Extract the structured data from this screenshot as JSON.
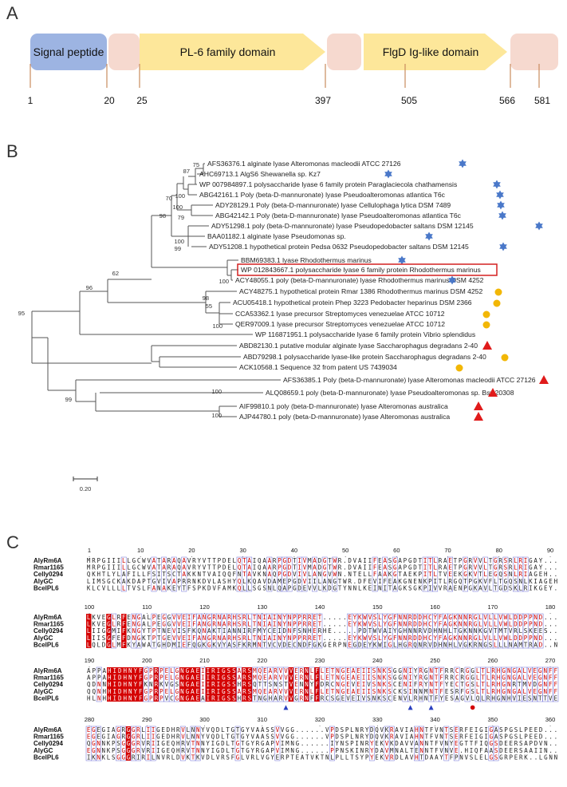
{
  "panels": {
    "a": "A",
    "b": "B",
    "c": "C"
  },
  "domain_map": {
    "segments": [
      {
        "label": "Signal peptide",
        "start": 1,
        "end": 20,
        "color": "#9db4e2",
        "shape": "rounded"
      },
      {
        "label": "",
        "start": 20,
        "end": 25,
        "color": "#f6d9cf",
        "shape": "rounded"
      },
      {
        "label": "PL-6 family domain",
        "start": 25,
        "end": 397,
        "color": "#fde79a",
        "shape": "arrow"
      },
      {
        "label": "",
        "start": 397,
        "end": 505,
        "color": "#f6d9cf",
        "shape": "rounded"
      },
      {
        "label": "FlgD Ig-like domain",
        "start": 505,
        "end": 566,
        "color": "#fde79a",
        "shape": "arrow"
      },
      {
        "label": "",
        "start": 566,
        "end": 581,
        "color": "#f6d9cf",
        "shape": "rounded"
      }
    ],
    "ticks": [
      "1",
      "20",
      "25",
      "397",
      "505",
      "566",
      "581"
    ]
  },
  "tree": {
    "scale_label": "0.20",
    "leaves": [
      {
        "label": "AFS36376.1 alginate lyase Alteromonas macleodii ATCC 27126",
        "marker": "star"
      },
      {
        "label": "AHC69713.1 AlgS6 Shewanella sp. Kz7",
        "marker": "star"
      },
      {
        "label": "WP 007984897.1 polysaccharide lyase 6 family protein Paraglaciecola chathamensis",
        "marker": "star"
      },
      {
        "label": "ABG42161.1 Poly (beta-D-mannuronate) lyase Pseudoalteromonas atlantica T6c",
        "marker": "star"
      },
      {
        "label": "ADY28129.1 Poly (beta-D-mannuronate) lyase Cellulophaga lytica DSM 7489",
        "marker": "star"
      },
      {
        "label": "ABG42142.1 Poly (beta-D-mannuronate) lyase Pseudoalteromonas atlantica T6c",
        "marker": "star"
      },
      {
        "label": "ADY51298.1 poly (beta-D-mannuronate) lyase Pseudopedobacter saltans DSM 12145",
        "marker": "star"
      },
      {
        "label": "BAA01182.1 alginate lyase Pseudomonas sp.",
        "marker": "star"
      },
      {
        "label": "ADY51208.1 hypothetical protein Pedsa 0632 Pseudopedobacter saltans DSM 12145",
        "marker": "star"
      },
      {
        "label": "BBM69383.1 lyase Rhodothermus marinus",
        "marker": "star"
      },
      {
        "label": "WP 012843667.1 polysaccharide lyase 6 family protein Rhodothermus marinus",
        "marker": "none",
        "boxed": true
      },
      {
        "label": "ACY48055.1 poly (beta-D-mannuronate) lyase Rhodothermus marinus DSM 4252",
        "marker": "star"
      },
      {
        "label": "ACY48275.1 hypothetical protein Rmar 1386 Rhodothermus marinus DSM 4252",
        "marker": "circle"
      },
      {
        "label": "ACU05418.1 hypothetical protein Phep 3223 Pedobacter heparinus DSM 2366",
        "marker": "circle"
      },
      {
        "label": "CCA53362.1 lyase precursor Streptomyces venezuelae ATCC 10712",
        "marker": "circle"
      },
      {
        "label": "QER97009.1 lyase precursor Streptomyces venezuelae ATCC 10712",
        "marker": "circle"
      },
      {
        "label": "WP 116871951.1 polysaccharide lyase 6 family protein Vibrio splendidus",
        "marker": "none"
      },
      {
        "label": "ABD82130.1 putative modular alginate lyase Saccharophagus degradans 2-40",
        "marker": "triangle"
      },
      {
        "label": "ABD79298.1 polysaccharide lyase-like protein Saccharophagus degradans 2-40",
        "marker": "circle"
      },
      {
        "label": "ACK10568.1 Sequence 32 from patent US 7439034",
        "marker": "circle"
      },
      {
        "label": "AFS36385.1 Poly (beta-D-mannuronate) lyase Alteromonas macleodii ATCC 27126",
        "marker": "triangle"
      },
      {
        "label": "ALQ08659.1 poly (beta-D-mannuronate) lyase Pseudoalteromonas sp. Bsw20308",
        "marker": "triangle"
      },
      {
        "label": "AIF99810.1 poly (beta-D-mannuronate) lyase Alteromonas australica",
        "marker": "triangle"
      },
      {
        "label": "AJP44780.1 poly (beta-D-mannuronate) lyase Alteromonas australica",
        "marker": "triangle"
      }
    ],
    "bootstraps": [
      "75",
      "87",
      "100",
      "100",
      "70",
      "79",
      "98",
      "100",
      "99",
      "100",
      "62",
      "98",
      "55",
      "100",
      "96",
      "95",
      "100",
      "99",
      "100"
    ],
    "marker_colors": {
      "star": "#4a78c9",
      "circle": "#f2b705",
      "triangle": "#e01b1b",
      "box": "#d42020"
    }
  },
  "alignment": {
    "names": [
      "AlyRm6A",
      "Rmar1165",
      "Celly0294",
      "AlyGC",
      "BcelPL6"
    ],
    "blocks": [
      {
        "ruler": [
          "1",
          "10",
          "20",
          "30",
          "40",
          "50",
          "60",
          "70",
          "80",
          "90"
        ],
        "rows": [
          "MRPGIIILLGCWVATARAQAVRYVTTPDELQTAIQAARPGDTIVMADGTWR.DVAIIFEASGAPGDTITLRAETPGRVVLTGRSRLRIGAY",
          "MRPGIIILLGCWVATARAQAVRYVTTPDELQTAIQAARPGDTIVMADGTWR.DVAIIFEASGAPGDTITLRAETPGRVVLTGRSRLRIGAY",
          "QKHTLYLAFILLFSITSCTAKKNTVAIQQFNTAVKNAQPGDVIVLANGVWN.NTELLFAAKGTAEKPITLTVEEKGKVTLEGQSNLRIAGEH",
          "LIMSGCKAKDAPTGVIVAPRRNKDVLASHYQLKQAVDAMEPGDVIILANGTWR.DFEVIFEAKGNENKPITLRGQTPGKVFLTGQSNLKIAGEH",
          "KLCVLLLLTVSLFANAKEYTFSPKDVFAMKQLLSGSNLQAPGDEVVLKDGTYNNLKEINITAGKSGKPIVVRAENPGKAVLTGDSKLRIKGEY"
        ]
      },
      {
        "ruler": [
          "100",
          "110",
          "120",
          "130",
          "140",
          "150",
          "160",
          "170",
          "180"
        ],
        "rows": [
          "LKVEGLRFENGALPEGGVVEIFANGRNARHSRLTNIAINYNPPRRET.....EYKWVSLYGFNNRDDHCYFAGKNNRGLVLLVWLDDPPND",
          "LKVEGLRFENGALPEGGVVEIFANGRNARHSRLTNIAINYNPPRRET.....EYKWVSLYGFNNRDDHCYFAGKNNRGLVLLVWLDDPPND",
          "LIIGGMIFKNGYTPTNEVISFKQNAKTIANNIRFMYCEIDNFSNHERHE.....PDTWVAIYGHNNRVDHNHLTGKNNKGVTMTVRLSKEES",
          "LIISGFEFDNGKTPTGEVVEIFANGRNARHSRLTNIAINYNPPRRET.....EYKWVSLYGFNNRDDHCYFAGKNNRGLVLLVWLDDPPND",
          "LQLDGLMFKYAWATGHDMIEFQGKGKVYASFKRMNTVCVDECNDFGKGERPNEGDEYKWIGLHGRQNRVDHNHLVGKRNGSLLLNAMTRAD..N"
        ]
      },
      {
        "ruler": [
          "190",
          "200",
          "210",
          "220",
          "230",
          "240",
          "250",
          "260",
          "270"
        ],
        "rows": [
          "APPAHIDHNYFGPRPELGNGAEIIRIGSSARSMQEARVVVERNLFLETNGEAEIISNKSGGNIYRGNTFRRCRGGLTLRHGNGALVEGNFF",
          "APPAHIDHNYFGPRPELGNGAEIIRIGSSARSMQEARVVVERNLFLETNGEAEIISNKSGGNIYRGNTFRRCRGGLTLRHGNGALVEGNFF",
          "QDNNHIDHNYFKNRKVGSNGAEIIRIGSSHRSQTTSNSTVENNYFDRCNGEVEIVSNKSCENIFRYNTFYECTGSLTLRHGNRTMVDGNFF",
          "QQNHHIDHNYFGPRPELGNGAEIIRIGSSARSMQEARVVVERNLFLETNGEAEIISNKSCKSINNMNTFESRFGSLTLRHGNGALVEGNFF",
          "HLNHHIDHNYFGPRPVCGNGAEAIRIGSSHRSTNGHARVVGRNFFRCSGEVEIVSNKSCENVLRHNTFYESAGVLQLRHGNHVIESNTTVE"
        ],
        "markers": [
          {
            "col": 38,
            "type": "triangle"
          },
          {
            "col": 62,
            "type": "triangle"
          },
          {
            "col": 66,
            "type": "triangle"
          },
          {
            "col": 74,
            "type": "circle"
          },
          {
            "col": 93,
            "type": "circle"
          }
        ]
      },
      {
        "ruler": [
          "280",
          "290",
          "300",
          "310",
          "320",
          "330",
          "340",
          "350",
          "360"
        ],
        "rows": [
          "EGEGIAGRGGRLIIGEDHRVLNNYVQDLTGTGYVAASSVVGG......VPDSPLNRYDQVKRAVIAHNTFVNTSERFEIGIGASPGSLPEED",
          "EGEGIAGRGGRLIIGEDHRVLNNYVQDLTGTGYVAASSVVGG......VPDSPLNRYDQVKRAVIAHNTFVNTSERFEIGIGASPGSLPEED",
          "QGNNKPSGGGRVRIIGEQHRVTNNYIGDLTGTGYRGAPVIMNG......IYNSPINRYEKVKDAVVANNTFVNYEGTTFIQGSDEERSAPDVN",
          "EGNNKPSGGGRVRIIGEQHRVTNNYIGDLTGTGYRGAPVIMNG......PPNSKINRYDAVMNALTENNTFVNVE.HIQFAASDEERSAAIIN",
          "IKNKLSGGGRIRILNVRLDVKTKVDLVRSFGLVRLVGYERPTEATVKTNLPLLTSYPYEKVRDLAVHTDAAYTFPNVSLELGSGRPERK..LGNN"
        ]
      }
    ]
  }
}
